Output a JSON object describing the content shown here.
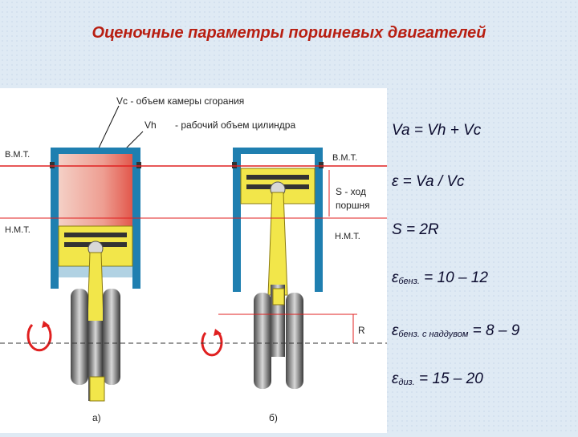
{
  "title": "Оценочные параметры поршневых двигателей",
  "diagram": {
    "vc_label": "Vc - объем камеры сгорания",
    "vh_sym": "Vh",
    "vh_label": "- рабочий объем цилиндра",
    "tdc_left": "В.М.Т.",
    "bdc_left": "Н.М.Т.",
    "tdc_right": "В.М.Т.",
    "bdc_right": "Н.М.Т.",
    "stroke_line1": "S - ход",
    "stroke_line2": "поршня",
    "radius": "R",
    "caption_a": "а)",
    "caption_b": "б)"
  },
  "formulas": [
    {
      "main": "Va = Vh + Vc",
      "sub": ""
    },
    {
      "main": "ε = Va / Vc",
      "sub": ""
    },
    {
      "main": "S = 2R",
      "sub": ""
    },
    {
      "main": "ε",
      "sub": "бенз.",
      "rest": " = 10 – 12"
    },
    {
      "main": "ε",
      "sub": "бенз. с наддувом",
      "rest": " = 8 – 9"
    },
    {
      "main": "ε",
      "sub": "диз.",
      "rest": " = 15 – 20"
    }
  ],
  "colors": {
    "title": "#b81f12",
    "accent_line": "#e02020",
    "cylinder": "#1f7fb0",
    "piston": "#f2e64a"
  }
}
